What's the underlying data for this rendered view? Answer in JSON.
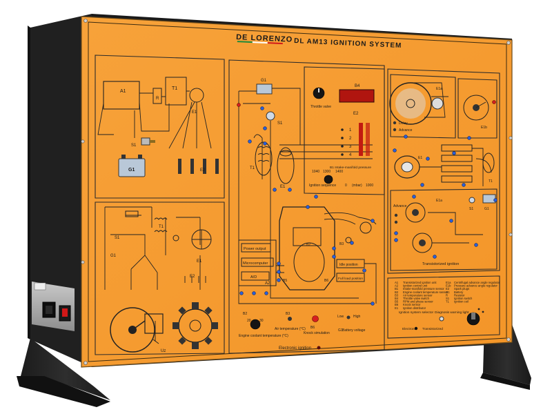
{
  "panel": {
    "brand": "DE LORENZO",
    "title": "DL AM13  IGNITION  SYSTEM"
  },
  "labels": {
    "a1": "A1",
    "r": "R",
    "t1": "T1",
    "e1": "E1",
    "g1": "G1",
    "s1": "S1",
    "e2": "E2",
    "b4": "B4",
    "throttle": "Throttle valve",
    "b1_pressure": "B1  Intake-manifold pressure",
    "ignition_sequence": "Ignition sequence",
    "mbar": "(mbar)",
    "power_output": "Power output",
    "microcomputer": "Microcomputer",
    "ad": "A/D",
    "idle_position": "Idle position",
    "full_load": "Full load position",
    "engine_coolant": "Engine coolant temperature (°C)",
    "air_temperature": "Air temperature (°C)",
    "knock_simulation": "Knock simulation",
    "battery_voltage": "Battery voltage",
    "electronic_ignition": "Electronic ignition",
    "transistorized": "Transistorized ignition",
    "ignition_system_selector": "Ignition system selector",
    "diagnosis_light": "Diagnosis warning light",
    "electronic": "Electronic",
    "transistorized_short": "Transistorized",
    "advance": "Advance",
    "delay": "Delay",
    "e1a": "E1a",
    "e1b": "E1b",
    "uz": "Uz",
    "b1": "B1",
    "b2": "B2",
    "b3": "B3",
    "b5": "B5",
    "b6": "B6",
    "b7": "B7",
    "a2": "A2",
    "low": "Low",
    "high": "High"
  },
  "scale_values": {
    "s1040": "1040",
    "s1300": "1300",
    "s1400": "1400",
    "zero": "0",
    "s1000": "1000",
    "twenty": "20",
    "thirty": "30",
    "eighty": "80"
  },
  "sequence_numbers": [
    "1",
    "2",
    "3",
    "4"
  ],
  "legend": [
    [
      "A1",
      "Transistorized ignition unit"
    ],
    [
      "A2",
      "Ignition control unit"
    ],
    [
      "B1",
      "Intake-manifold pressure sensor"
    ],
    [
      "B2",
      "Engine coolant temperature sensor"
    ],
    [
      "B3",
      "Air temperature sensor"
    ],
    [
      "B4",
      "Throttle valve switch"
    ],
    [
      "B5",
      "RPM and phase sensor"
    ],
    [
      "B6",
      "Knock sensor"
    ],
    [
      "E1",
      "Ignition distributor"
    ]
  ],
  "legend_right": [
    [
      "E1a",
      "Centrifugal advance angle regulator"
    ],
    [
      "E1b",
      "Pressure advance angle regulator"
    ],
    [
      "E2",
      "Spark plugs"
    ],
    [
      "G1",
      "Battery"
    ],
    [
      "R",
      "Resistor"
    ],
    [
      "S1",
      "Ignition switch"
    ],
    [
      "T1",
      "Ignition coil"
    ]
  ],
  "colors": {
    "panel_orange": "#f59a2e",
    "frame_black": "#2a2a2a",
    "display_red": "#b0150f",
    "jack_blue": "#2b5fd9",
    "jack_red": "#d62020"
  }
}
